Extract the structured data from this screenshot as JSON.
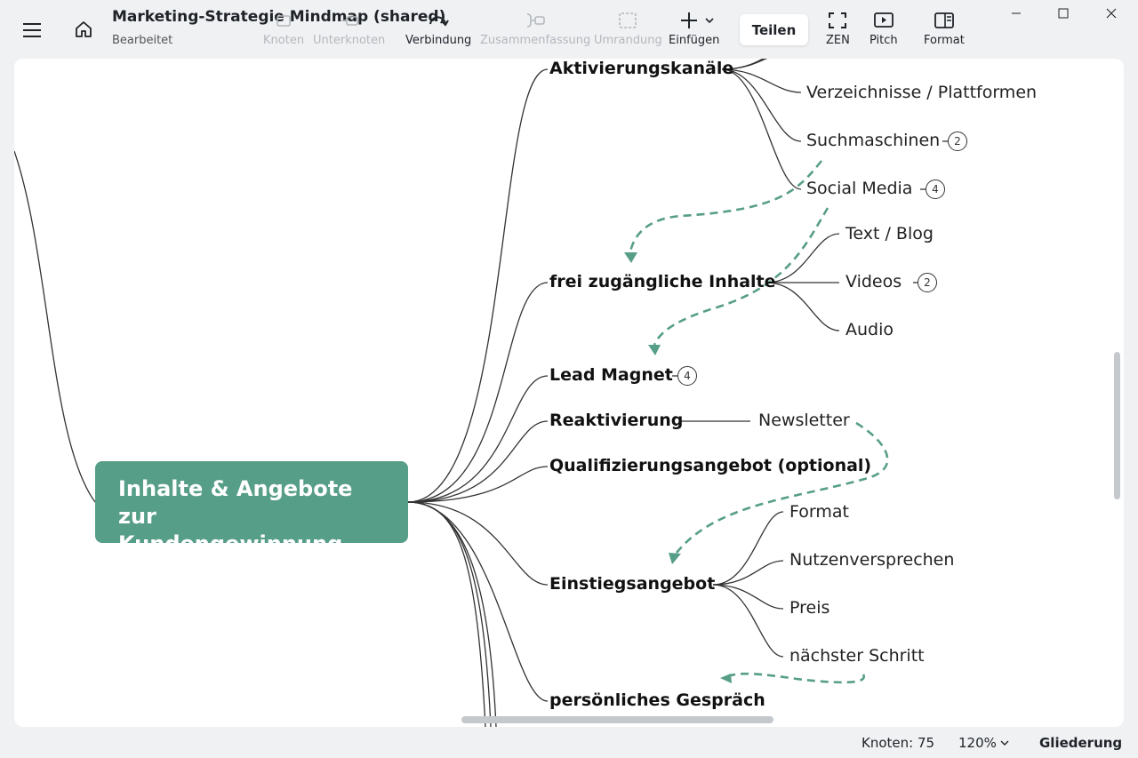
{
  "app": {
    "title": "Marketing-Strategie Mindmap (shared)",
    "status": "Bearbeitet"
  },
  "toolbar": {
    "tools": [
      {
        "label": "Knoten",
        "icon": "node-icon",
        "enabled": false
      },
      {
        "label": "Unterknoten",
        "icon": "subnode-icon",
        "enabled": false
      },
      {
        "label": "Verbindung",
        "icon": "connection-icon",
        "enabled": true
      },
      {
        "label": "Zusammenfassung",
        "icon": "summary-icon",
        "enabled": false
      },
      {
        "label": "Umrandung",
        "icon": "boundary-icon",
        "enabled": false
      },
      {
        "label": "Einfügen",
        "icon": "plus-icon",
        "enabled": true
      }
    ],
    "share_label": "Teilen",
    "view": [
      {
        "label": "ZEN",
        "icon": "zen-icon"
      },
      {
        "label": "Pitch",
        "icon": "pitch-icon"
      },
      {
        "label": "Format",
        "icon": "format-panel-icon"
      }
    ]
  },
  "mindmap": {
    "root": {
      "line1": "Inhalte & Angebote zur",
      "line2": "Kundengewinnung"
    },
    "branches": [
      {
        "label": "Aktivierungskanäle"
      },
      {
        "label": "frei zugängliche Inhalte"
      },
      {
        "label": "Lead Magnet",
        "collapsed_count": "4"
      },
      {
        "label": "Reaktivierung"
      },
      {
        "label": "Qualifizierungsangebot (optional)"
      },
      {
        "label": "Einstiegsangebot"
      },
      {
        "label": "persönliches Gespräch"
      }
    ],
    "subnodes": {
      "aktivierung": [
        {
          "label": "Verzeichnisse / Plattformen"
        },
        {
          "label": "Suchmaschinen",
          "collapsed_count": "2"
        },
        {
          "label": "Social Media",
          "collapsed_count": "4"
        }
      ],
      "inhalte": [
        {
          "label": "Text / Blog"
        },
        {
          "label": "Videos",
          "collapsed_count": "2"
        },
        {
          "label": "Audio"
        }
      ],
      "reaktivierung": [
        {
          "label": "Newsletter"
        }
      ],
      "einstieg": [
        {
          "label": "Format"
        },
        {
          "label": "Nutzenversprechen"
        },
        {
          "label": "Preis"
        },
        {
          "label": "nächster Schritt"
        }
      ]
    },
    "colors": {
      "root": "#579e88",
      "relation": "#579e88",
      "line": "#333333"
    }
  },
  "statusbar": {
    "node_count": "Knoten: 75",
    "zoom": "120%",
    "outline_label": "Gliederung"
  }
}
